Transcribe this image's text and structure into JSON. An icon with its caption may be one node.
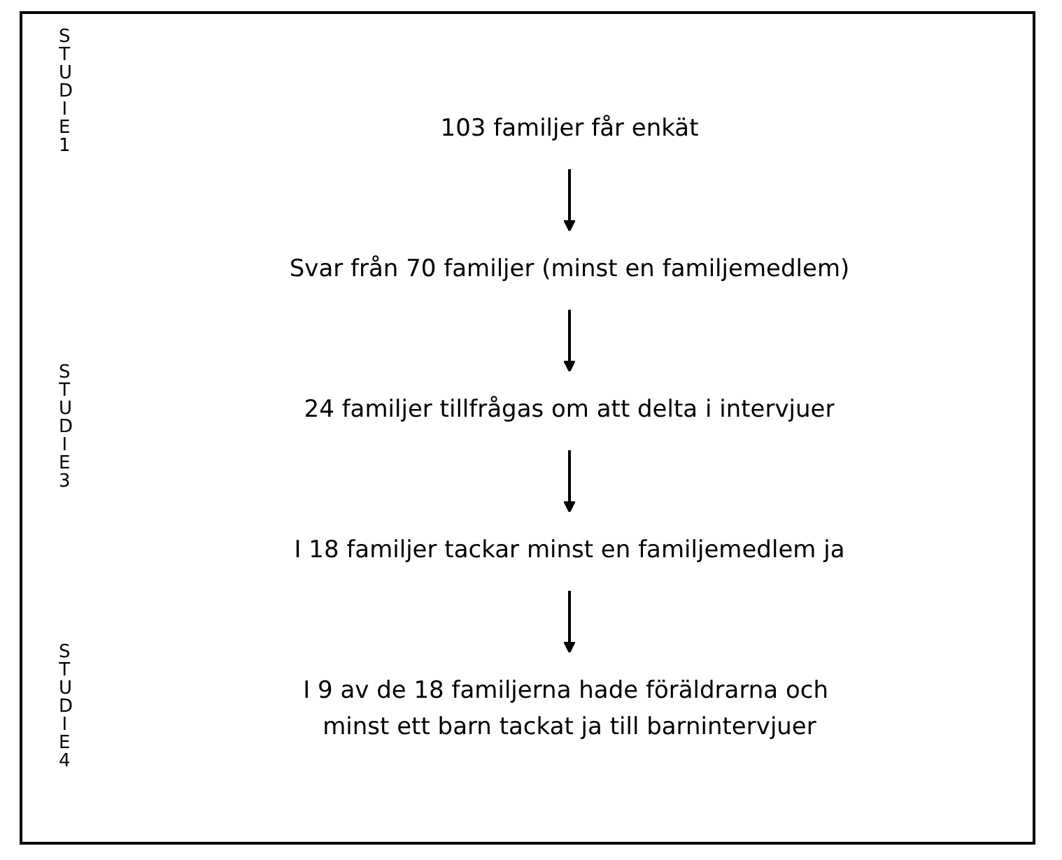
{
  "diagram": {
    "nodes": [
      {
        "text": [
          "103 familjer får enkät"
        ]
      },
      {
        "text": [
          "Svar från 70 familjer (minst en familjemedlem)"
        ]
      },
      {
        "text": [
          "24 familjer tillfrågas om att delta i intervjuer"
        ]
      },
      {
        "text": [
          "I 18 familjer tackar minst en familjemedlem ja"
        ]
      },
      {
        "text": [
          "I 9 av de 18 familjerna hade föräldrarna och minst ett barn tackat ja till barnintervjuer"
        ]
      }
    ],
    "edges": [
      {
        "from": 0,
        "to": 1,
        "arrow": "to"
      },
      {
        "from": 1,
        "to": 2,
        "arrow": "to"
      },
      {
        "from": 2,
        "to": 3,
        "arrow": "to"
      },
      {
        "from": 3,
        "to": 4,
        "arrow": "to"
      }
    ],
    "labels": [
      "STUDIE 1",
      "STUDIE 3",
      "STUDIE 4"
    ]
  }
}
